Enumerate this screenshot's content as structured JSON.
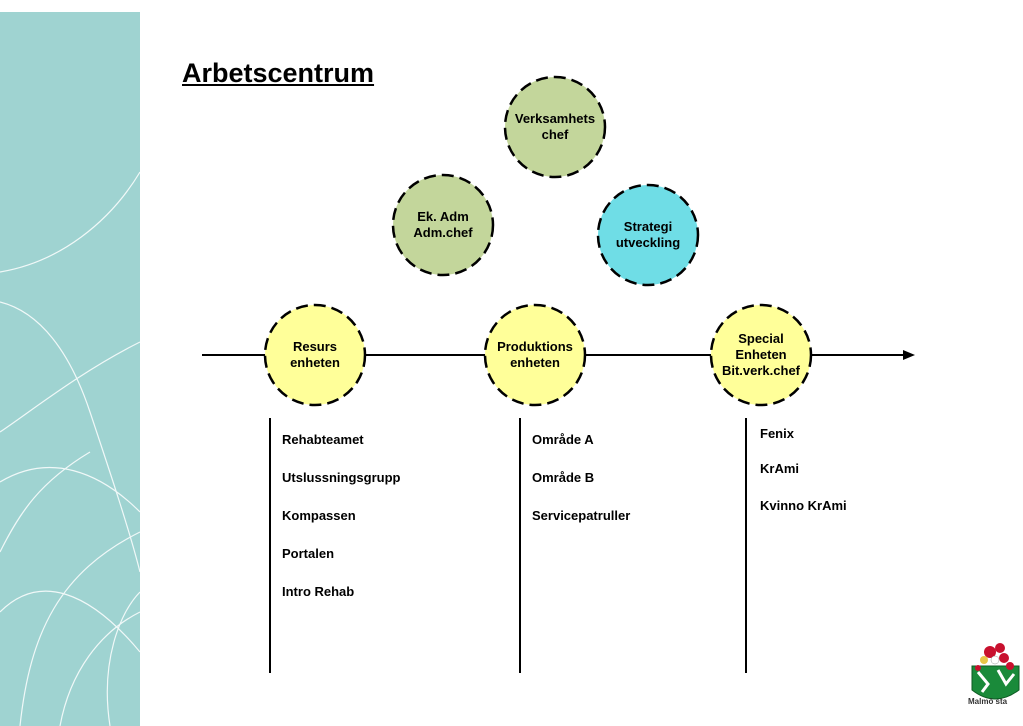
{
  "title": "Arbetscentrum",
  "colors": {
    "sidebar": "#9fd3d1",
    "green_node": "#c3d69b",
    "cyan_node": "#6fdde6",
    "yellow_node": "#ffff99"
  },
  "nodes": {
    "verksamhetschef": {
      "line1": "Verksamhets",
      "line2": "chef",
      "line3": ""
    },
    "ek_adm": {
      "line1": "Ek. Adm",
      "line2": "Adm.chef",
      "line3": ""
    },
    "strategi": {
      "line1": "Strategi",
      "line2": "utveckling",
      "line3": ""
    },
    "resurs": {
      "line1": "Resurs",
      "line2": "enheten",
      "line3": ""
    },
    "produktion": {
      "line1": "Produktions",
      "line2": "enheten",
      "line3": ""
    },
    "special": {
      "line1": "Special",
      "line2": "Enheten",
      "line3": "Bit.verk.chef"
    }
  },
  "lists": {
    "resurs": [
      "Rehabteamet",
      "Utslussningsgrupp",
      "Kompassen",
      "Portalen",
      "Intro Rehab"
    ],
    "produktion": [
      "Område A",
      "Område B",
      "Servicepatruller"
    ],
    "special": [
      "Fenix",
      "KrAmi",
      "Kvinno KrAmi"
    ]
  },
  "logo": {
    "text": "Malmö sta",
    "icon": "malmo-stad-coat-of-arms-icon"
  }
}
